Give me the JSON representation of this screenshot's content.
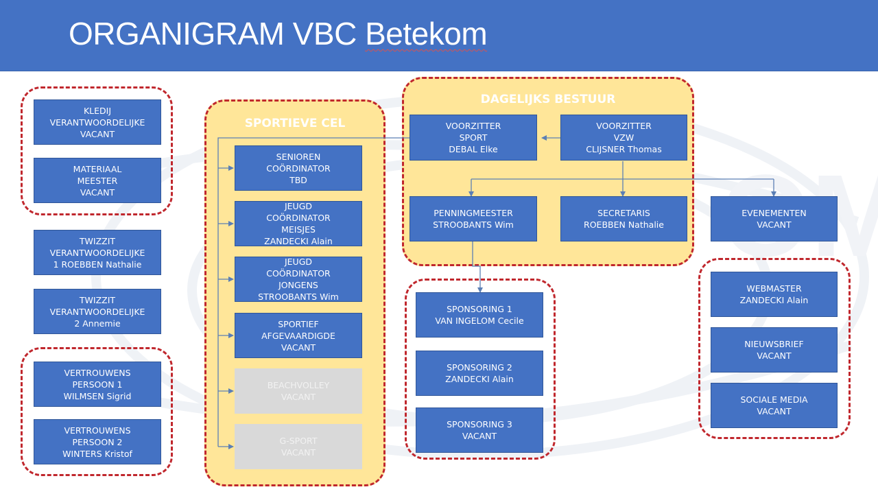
{
  "header": {
    "title_main": "ORGANIGRAM VBC ",
    "title_suffix": "Betekom"
  },
  "colors": {
    "header_bg": "#4472c4",
    "box_bg": "#4472c4",
    "box_inactive_bg": "#d9d9d9",
    "group_fill": "#ffe699",
    "group_border": "#c0272d",
    "connector": "#5b7fb5"
  },
  "groups": {
    "sportieve_cel": {
      "title": "SPORTIEVE CEL"
    },
    "dagelijks_bestuur": {
      "title": "DAGELIJKS BESTUUR"
    }
  },
  "boxes": {
    "kledij": "KLEDIJ\nVERANTWOORDELIJKE\nVACANT",
    "materiaal": "MATERIAAL\nMEESTER\nVACANT",
    "twizzit1": "TWIZZIT\nVERANTWOORDELIJKE\n1 ROEBBEN Nathalie",
    "twizzit2": "TWIZZIT\nVERANTWOORDELIJKE\n2 Annemie",
    "vertrouwens1": "VERTROUWENS\nPERSOON 1\nWILMSEN Sigrid",
    "vertrouwens2": "VERTROUWENS\nPERSOON 2\nWINTERS Kristof",
    "senioren": "SENIOREN\nCOÖRDINATOR\nTBD",
    "jeugd_meisjes": "JEUGD\nCOÖRDINATOR\nMEISJES\nZANDECKI Alain",
    "jeugd_jongens": "JEUGD\nCOÖRDINATOR\nJONGENS\nSTROOBANTS Wim",
    "sportief_afgevaardigde": "SPORTIEF\nAFGEVAARDIGDE\nVACANT",
    "beachvolley": "BEACHVOLLEY\nVACANT",
    "gsport": "G-SPORT\nVACANT",
    "voorzitter_sport": "VOORZITTER\nSPORT\nDEBAL Elke",
    "voorzitter_vzw": "VOORZITTER\nVZW\nCLIJSNER Thomas",
    "penningmeester": "PENNINGMEESTER\nSTROOBANTS Wim",
    "secretaris": "SECRETARIS\nROEBBEN Nathalie",
    "evenementen": "EVENEMENTEN\nVACANT",
    "sponsoring1": "SPONSORING 1\nVAN INGELOM Cecile",
    "sponsoring2": "SPONSORING 2\nZANDECKI Alain",
    "sponsoring3": "SPONSORING 3\nVACANT",
    "webmaster": "WEBMASTER\nZANDECKI Alain",
    "nieuwsbrief": "NIEUWSBRIEF\nVACANT",
    "sociale_media": "SOCIALE MEDIA\nVACANT"
  }
}
